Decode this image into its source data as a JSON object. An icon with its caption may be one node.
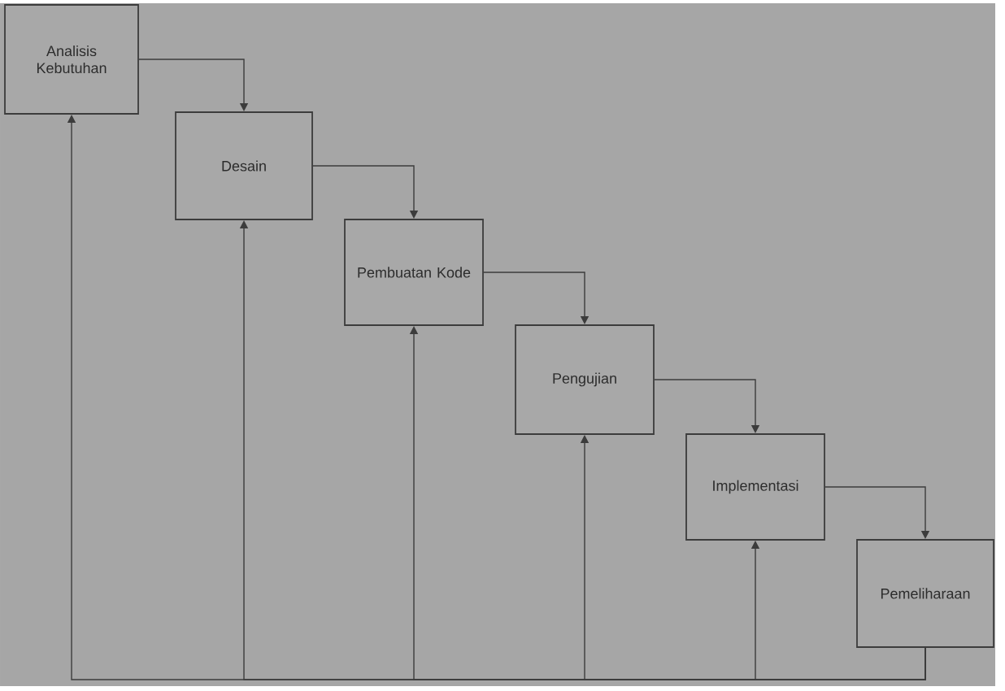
{
  "diagram": {
    "nodes": [
      {
        "text": [
          "Analisis Kebutuhan"
        ]
      },
      {
        "text": [
          "Desain"
        ]
      },
      {
        "text": [
          "Pembuatan Kode"
        ]
      },
      {
        "text": [
          "Pengujian"
        ]
      },
      {
        "text": [
          "Implementasi"
        ]
      },
      {
        "text": [
          "Pemeliharaan"
        ]
      }
    ],
    "edges": [
      {
        "from": 0,
        "to": 1,
        "arrow": "to"
      },
      {
        "from": 1,
        "to": 2,
        "arrow": "to"
      },
      {
        "from": 2,
        "to": 3,
        "arrow": "to"
      },
      {
        "from": 3,
        "to": 4,
        "arrow": "to"
      },
      {
        "from": 4,
        "to": 5,
        "arrow": "to"
      },
      {
        "from": 5,
        "to": 0,
        "arrow": "to"
      },
      {
        "from": 5,
        "to": 1,
        "arrow": "to"
      },
      {
        "from": 5,
        "to": 2,
        "arrow": "to"
      },
      {
        "from": 5,
        "to": 3,
        "arrow": "to"
      },
      {
        "from": 5,
        "to": 4,
        "arrow": "to"
      }
    ]
  }
}
